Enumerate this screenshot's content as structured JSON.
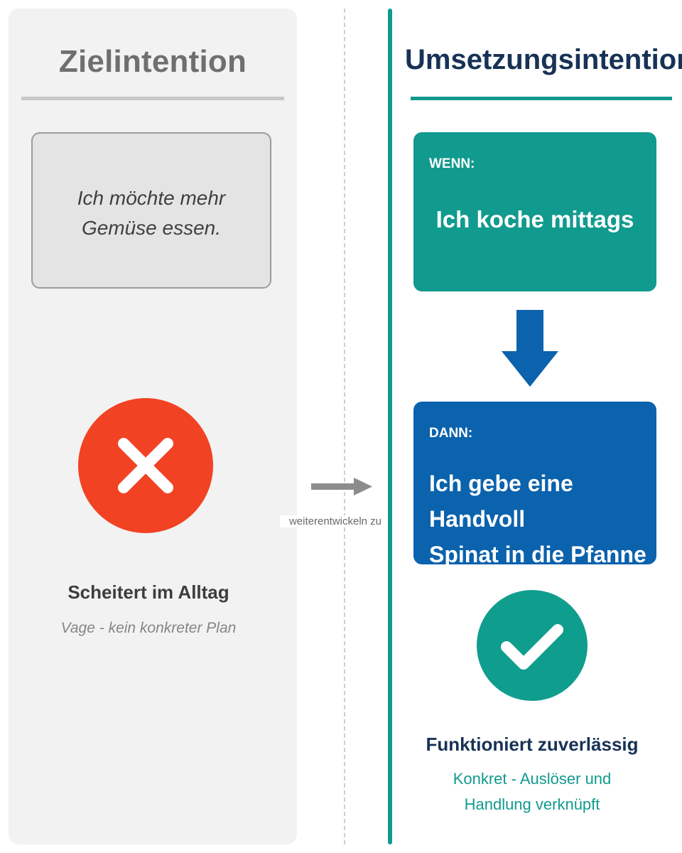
{
  "left": {
    "title": "Zielintention",
    "goal_line1": "Ich möchte mehr",
    "goal_line2": "Gemüse essen.",
    "result_title": "Scheitert im Alltag",
    "result_subtitle": "Vage - kein konkreter Plan",
    "result_icon": "x-mark-icon"
  },
  "middle": {
    "arrow_label": "weiterentwickeln zu",
    "arrow_icon": "arrow-right-icon"
  },
  "right": {
    "title": "Umsetzungsintention",
    "wenn": {
      "label": "WENN:",
      "text": "Ich koche mittags"
    },
    "arrow_icon": "arrow-down-icon",
    "dann": {
      "label": "DANN:",
      "line1": "Ich gebe eine Handvoll",
      "line2": "Spinat in die Pfanne"
    },
    "result_title": "Funktioniert zuverlässig",
    "result_line1": "Konkret - Auslöser und",
    "result_line2": "Handlung verknüpft",
    "result_icon": "checkmark-icon"
  },
  "colors": {
    "teal": "#119a8e",
    "blue": "#0b62ad",
    "red": "#f24224",
    "navy": "#173255",
    "panel_gray": "#f2f2f2"
  }
}
